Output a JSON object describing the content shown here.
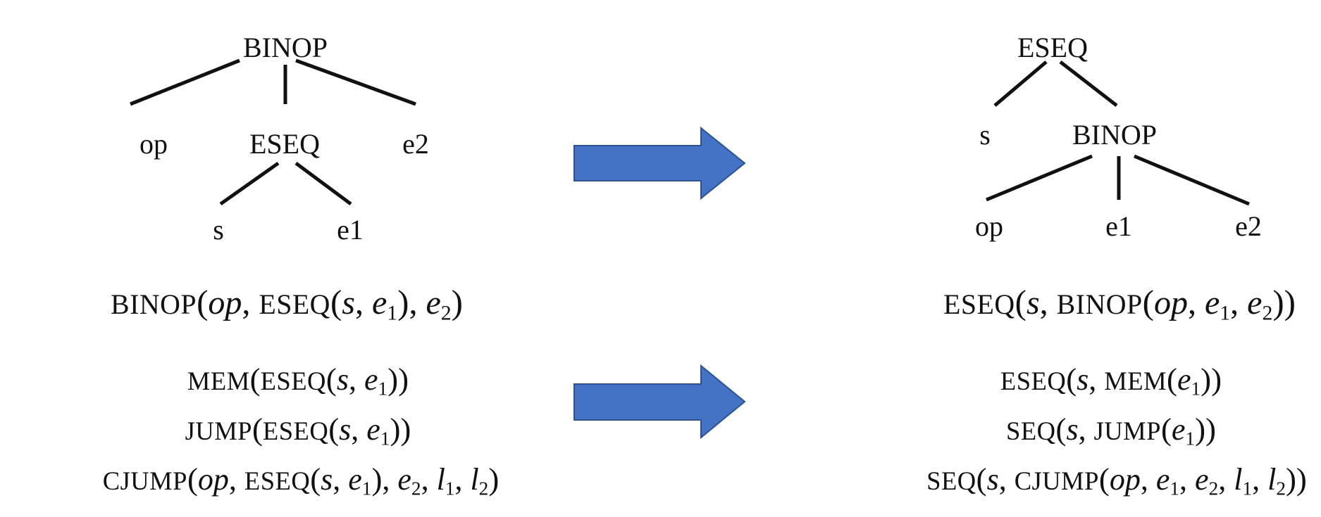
{
  "diagram": {
    "left_tree": {
      "root": "BINOP",
      "children": [
        "op",
        "ESEQ",
        "e2"
      ],
      "eseq_children": [
        "s",
        "e1"
      ]
    },
    "right_tree": {
      "root": "ESEQ",
      "children": [
        "s",
        "BINOP"
      ],
      "binop_children": [
        "op",
        "e1",
        "e2"
      ]
    },
    "arrow_color": "#4472C4"
  },
  "formulas": {
    "top_left": "BINOP(op, ESEQ(s, e1), e2)",
    "top_right": "ESEQ(s, BINOP(op, e1, e2))",
    "bottom_left": [
      "MEM(ESEQ(s, e1))",
      "JUMP(ESEQ(s, e1))",
      "CJUMP(op, ESEQ(s, e1), e2, l1, l2)"
    ],
    "bottom_right": [
      "ESEQ(s, MEM(e1))",
      "SEQ(s, JUMP(e1))",
      "SEQ(s, CJUMP(op, e1, e2, l1, l2))"
    ]
  }
}
